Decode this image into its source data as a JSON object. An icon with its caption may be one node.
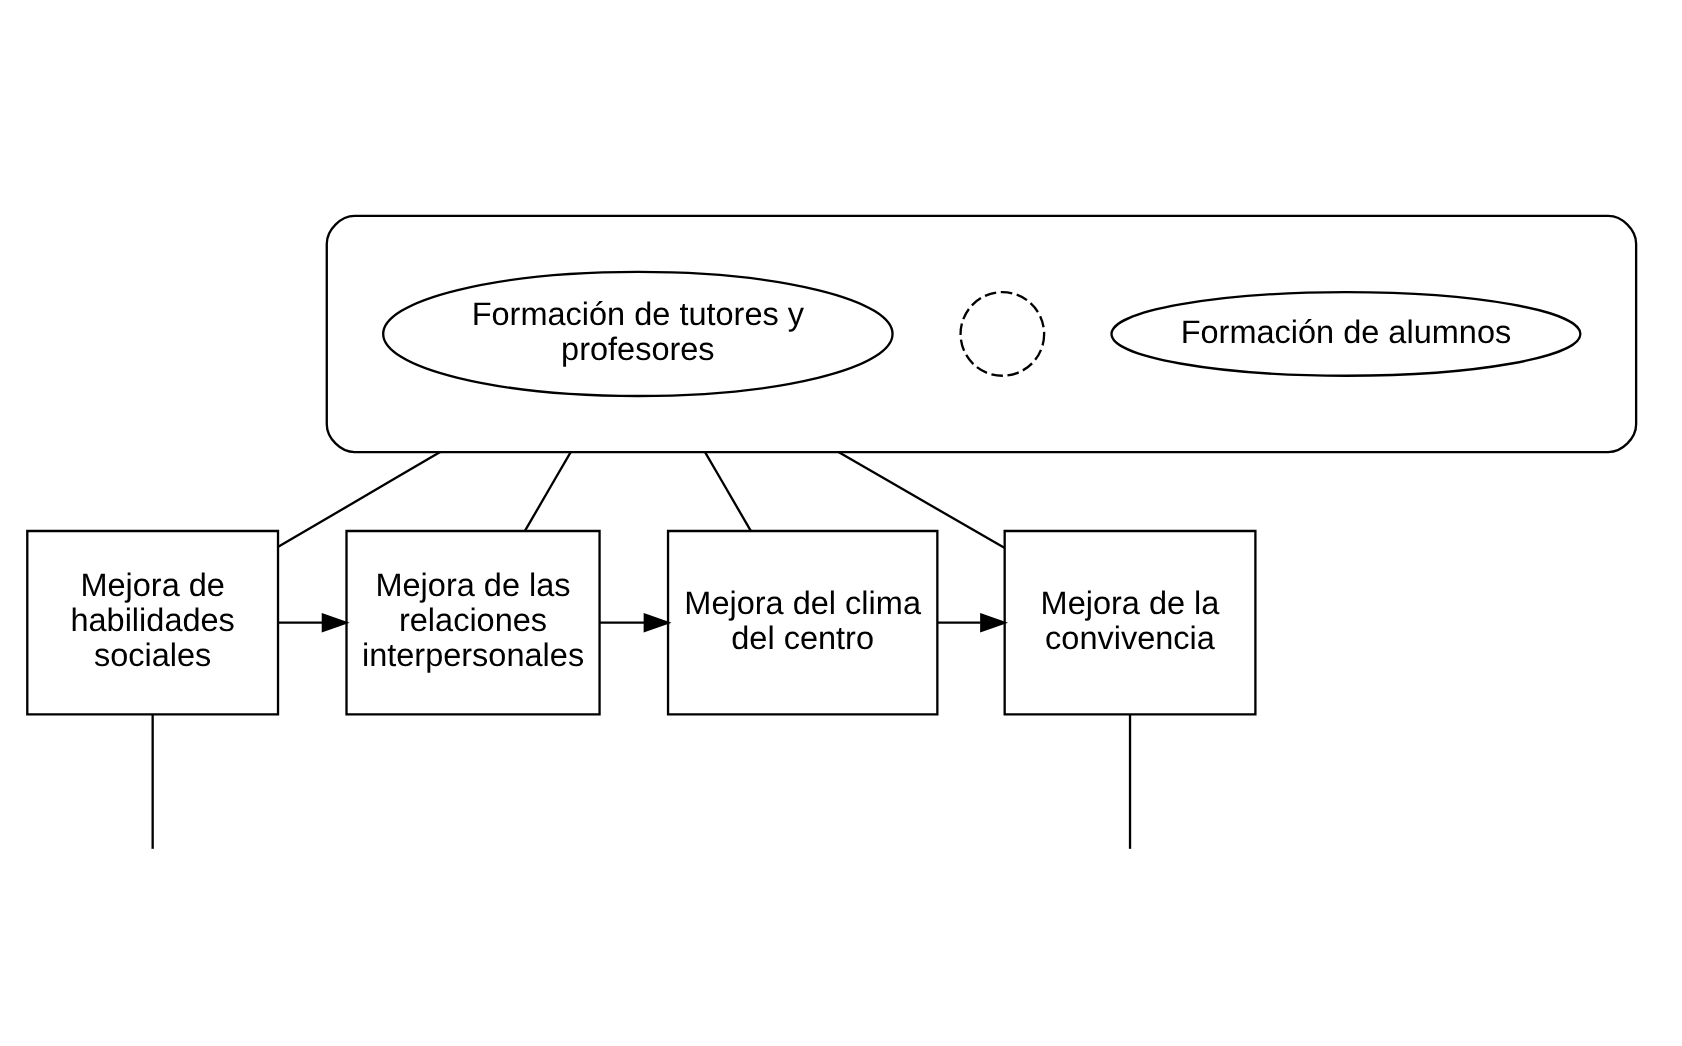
{
  "diagram": {
    "nodes": [
      {
        "text": [],
        "shape": "ellipse"
      },
      {
        "text": [
          "Formación de tutores y profesores"
        ],
        "in": 0
      },
      {
        "text": [],
        "shape": "circle",
        "in": 0
      },
      {
        "text": [
          "Formación de alumnos"
        ],
        "in": 0
      },
      {
        "text": [
          "Mejora de habilidades sociales"
        ]
      },
      {
        "text": [
          "Mejora de las relaciones interpersonales"
        ]
      },
      {
        "text": [
          "Mejora del clima del centro"
        ]
      },
      {
        "text": [
          "Mejora de la convivencia"
        ]
      }
    ],
    "edges": [
      {
        "from": 0,
        "to": 4,
        "arrow": "none"
      },
      {
        "from": 0,
        "to": 5,
        "arrow": "none"
      },
      {
        "from": 0,
        "to": 6,
        "arrow": "none"
      },
      {
        "from": 0,
        "to": 7,
        "arrow": "none"
      },
      {
        "from": 4,
        "to": 5,
        "arrow": "to"
      },
      {
        "from": 5,
        "to": 6,
        "arrow": "to"
      },
      {
        "from": 6,
        "to": 7,
        "arrow": "to"
      },
      {
        "from": 4,
        "to": null,
        "arrow": "none"
      },
      {
        "from": 7,
        "to": null,
        "arrow": "none"
      }
    ]
  }
}
